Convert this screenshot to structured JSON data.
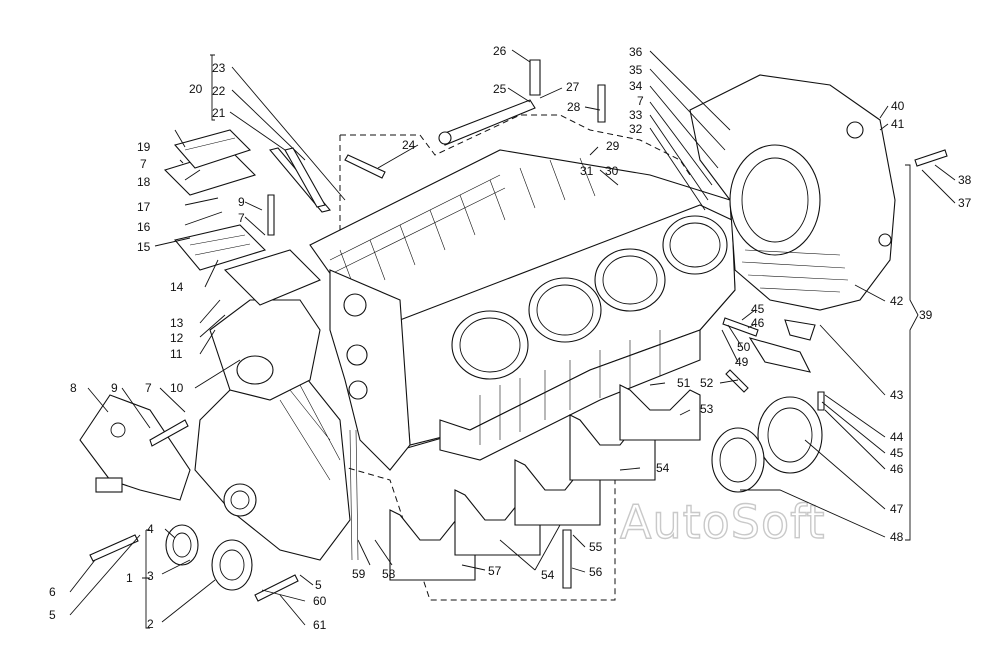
{
  "watermark": "AutoSoft",
  "callouts": {
    "n1": "1",
    "n2": "2",
    "n3": "3",
    "n4": "4",
    "n5a": "5",
    "n5b": "5",
    "n6": "6",
    "n7a": "7",
    "n7b": "7",
    "n7c": "7",
    "n7d": "7",
    "n8": "8",
    "n9a": "9",
    "n9b": "9",
    "n10": "10",
    "n11": "11",
    "n12": "12",
    "n13": "13",
    "n14": "14",
    "n15": "15",
    "n16": "16",
    "n17": "17",
    "n18": "18",
    "n19": "19",
    "n20": "20",
    "n21": "21",
    "n22": "22",
    "n23": "23",
    "n24": "24",
    "n25": "25",
    "n26": "26",
    "n27": "27",
    "n28": "28",
    "n29": "29",
    "n30": "30",
    "n31": "31",
    "n32": "32",
    "n33": "33",
    "n34": "34",
    "n35": "35",
    "n36": "36",
    "n37": "37",
    "n38": "38",
    "n39": "39",
    "n40": "40",
    "n41": "41",
    "n42": "42",
    "n43": "43",
    "n44": "44",
    "n45a": "45",
    "n45b": "45",
    "n46a": "46",
    "n46b": "46",
    "n47": "47",
    "n48": "48",
    "n49": "49",
    "n50": "50",
    "n51": "51",
    "n52": "52",
    "n53": "53",
    "n54a": "54",
    "n54b": "54",
    "n55": "55",
    "n56": "56",
    "n57": "57",
    "n58": "58",
    "n59": "59",
    "n60": "60",
    "n61": "61"
  }
}
